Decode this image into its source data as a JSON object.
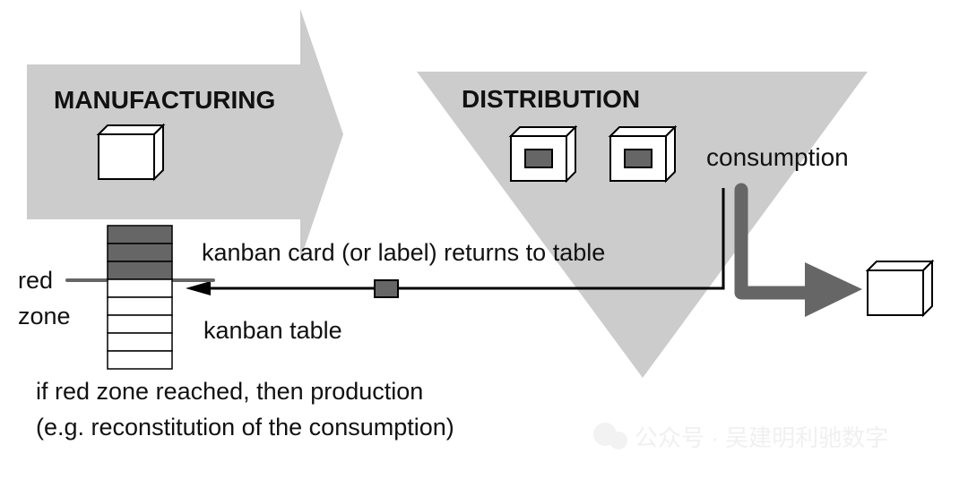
{
  "labels": {
    "manufacturing": "MANUFACTURING",
    "distribution": "DISTRIBUTION",
    "consumption": "consumption",
    "kanban_card": "kanban card (or label) returns to table",
    "kanban_table": "kanban table",
    "red_zone_line1": "red",
    "red_zone_line2": "zone",
    "note_line1": "if red zone reached, then production",
    "note_line2": "(e.g. reconstitution of the consumption)"
  },
  "watermark": "公众号 · 吴建明利驰数字",
  "colors": {
    "shape": "#cccccc",
    "dark": "#666666",
    "line": "#000000"
  },
  "table": {
    "rows": 8,
    "filled_rows": 3
  }
}
